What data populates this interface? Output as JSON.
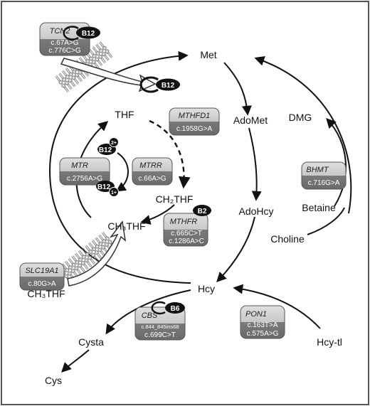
{
  "metabolites": {
    "met": "Met",
    "adomet": "AdoMet",
    "adohcy": "AdoHcy",
    "hcy": "Hcy",
    "thf": "THF",
    "ch2thf": "CH₂THF",
    "ch3thf": "CH₃THF",
    "ch3thf_ext": "CH₃THF",
    "dmg": "DMG",
    "betaine": "Betaine",
    "choline": "Choline",
    "cysta": "Cysta",
    "cys": "Cys",
    "hcy_tl": "Hcy-tl"
  },
  "genes": {
    "tcn2": {
      "name": "TCN2",
      "variants": [
        "c.67A>G",
        "c.776C>G"
      ],
      "vitamin": "B12"
    },
    "mthfd1": {
      "name": "MTHFD1",
      "variants": [
        "c.1958G>A"
      ]
    },
    "mtr": {
      "name": "MTR",
      "variants": [
        "c.2756A>G"
      ]
    },
    "mtrr": {
      "name": "MTRR",
      "variants": [
        "c.66A>G"
      ]
    },
    "mthfr": {
      "name": "MTHFR",
      "variants": [
        "c.665C>T",
        "c.1286A>C"
      ],
      "vitamin": "B2"
    },
    "bhmt": {
      "name": "BHMT",
      "variants": [
        "c.716G>A"
      ]
    },
    "slc19a1": {
      "name": "SLC19A1",
      "variants": [
        "c.80G>A"
      ]
    },
    "cbs": {
      "name": "CBS",
      "variants": [
        "c.844_845ins68",
        "c.699C>T"
      ],
      "vitamin": "B6"
    },
    "pon1": {
      "name": "PON1",
      "variants": [
        "c.163T>A",
        "c.575A>G"
      ]
    }
  },
  "cofactors": {
    "b12_free": "B12",
    "b12_mtr_top": "B12",
    "b12_mtr_top_charge": "2+",
    "b12_mtr_bottom": "B12",
    "b12_mtr_bottom_charge": "1+"
  },
  "colors": {
    "gene_box_top": "#d2d2d2",
    "gene_box_bottom": "#7a7a7a",
    "cofactor": "#111111",
    "arrow": "#111111",
    "frame": "#555555"
  }
}
